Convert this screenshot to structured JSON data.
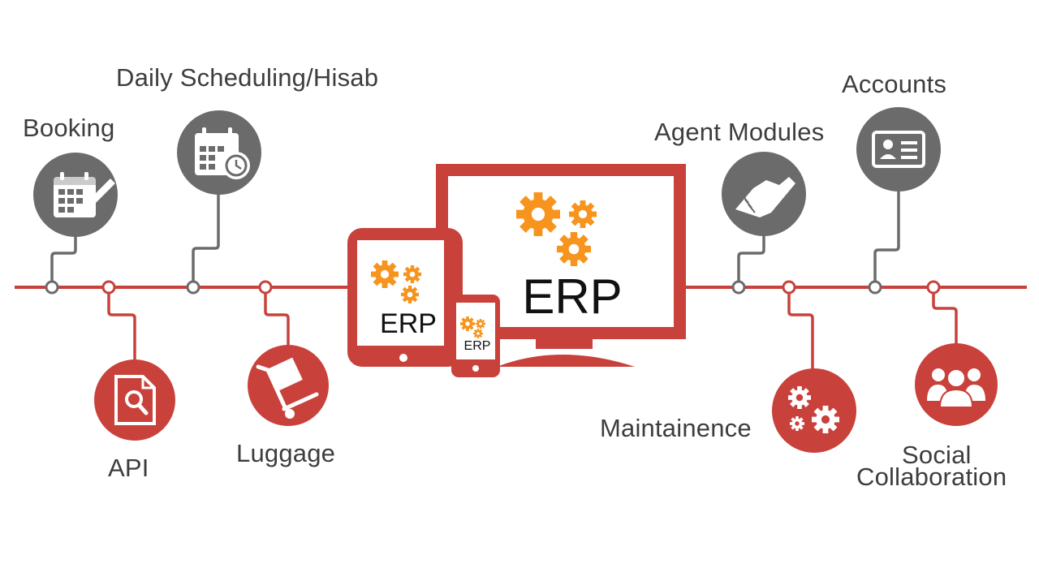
{
  "diagram": {
    "colors": {
      "red": "#c9413b",
      "gray": "#6b6b6b",
      "orange": "#f7941d",
      "text": "#3d3d3d"
    },
    "center_label_large": "ERP",
    "center_label_tablet": "ERP",
    "center_label_phone": "ERP",
    "modules_top": [
      {
        "label": "Booking",
        "icon": "booking-calendar-icon"
      },
      {
        "label": "Daily Scheduling/Hisab",
        "icon": "calendar-clock-icon"
      },
      {
        "label": "Agent Modules",
        "icon": "handshake-icon"
      },
      {
        "label": "Accounts",
        "icon": "id-card-icon"
      }
    ],
    "modules_bottom": [
      {
        "label": "API",
        "icon": "document-search-icon"
      },
      {
        "label": "Luggage",
        "icon": "luggage-trolley-icon"
      },
      {
        "label": "Maintainence",
        "icon": "gears-icon"
      },
      {
        "label": "Social",
        "label2": "Collaboration",
        "icon": "group-people-icon"
      }
    ]
  }
}
